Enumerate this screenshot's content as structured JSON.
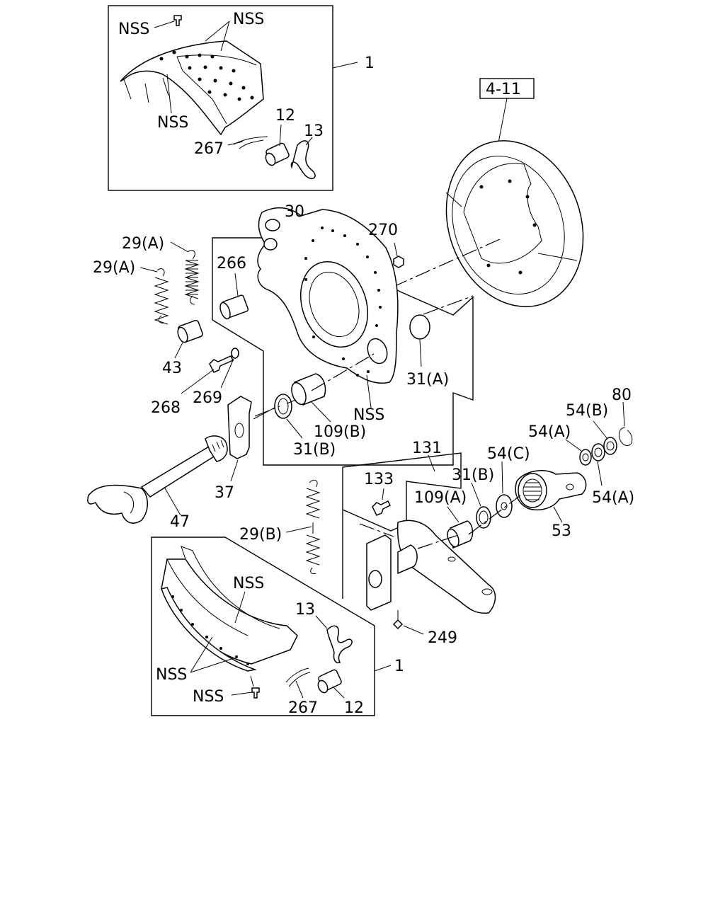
{
  "ref_box": "4-11",
  "labels": {
    "nss_a": "NSS",
    "nss_b": "NSS",
    "nss_c": "NSS",
    "one_top": "1",
    "twelve_top": "12",
    "thirteen_top": "13",
    "p267_top": "267",
    "thirty": "30",
    "p270": "270",
    "p266": "266",
    "p29a_1": "29(A)",
    "p29a_2": "29(A)",
    "p43": "43",
    "p268": "268",
    "p269": "269",
    "p31a": "31(A)",
    "nss_d": "NSS",
    "p109b": "109(B)",
    "p31b_1": "31(B)",
    "p37": "37",
    "p47": "47",
    "p131": "131",
    "p133": "133",
    "p31b_2": "31(B)",
    "p109a": "109(A)",
    "p54c": "54(C)",
    "p54a_1": "54(A)",
    "p54b": "54(B)",
    "p80": "80",
    "p54a_2": "54(A)",
    "p53": "53",
    "p29b": "29(B)",
    "p249": "249",
    "nss_e": "NSS",
    "thirteen_bot": "13",
    "one_bot": "1",
    "nss_f": "NSS",
    "nss_g": "NSS",
    "p267_bot": "267",
    "twelve_bot": "12"
  },
  "icons": [
    "brake-shoe",
    "dust-shield",
    "spider",
    "camshaft",
    "slack-adjuster",
    "bracket",
    "spring",
    "roller",
    "bushing",
    "washer",
    "bolt",
    "nut",
    "grease-fitting"
  ]
}
